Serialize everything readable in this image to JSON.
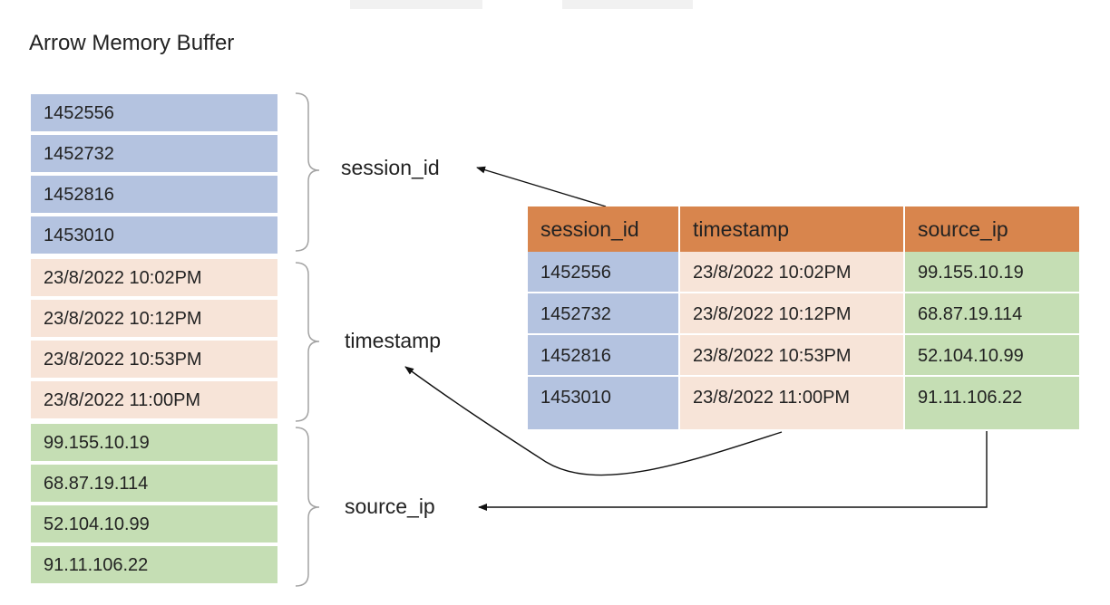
{
  "title": "Arrow Memory Buffer",
  "colors": {
    "session_fill": "#b4c3e0",
    "timestamp_fill": "#f7e4d8",
    "source_fill": "#c5deb4",
    "header_fill": "#d8854d"
  },
  "buffer": {
    "session_id": [
      "1452556",
      "1452732",
      "1452816",
      "1453010"
    ],
    "timestamp": [
      "23/8/2022 10:02PM",
      "23/8/2022 10:12PM",
      "23/8/2022 10:53PM",
      "23/8/2022 11:00PM"
    ],
    "source_ip": [
      "99.155.10.19",
      "68.87.19.114",
      "52.104.10.99",
      "91.11.106.22"
    ]
  },
  "groups": {
    "session_id": "session_id",
    "timestamp": "timestamp",
    "source_ip": "source_ip"
  },
  "table": {
    "headers": [
      "session_id",
      "timestamp",
      "source_ip"
    ],
    "rows": [
      [
        "1452556",
        "23/8/2022 10:02PM",
        "99.155.10.19"
      ],
      [
        "1452732",
        "23/8/2022 10:12PM",
        "68.87.19.114"
      ],
      [
        "1452816",
        "23/8/2022 10:53PM",
        "52.104.10.99"
      ],
      [
        "1453010",
        "23/8/2022 11:00PM",
        "91.11.106.22"
      ]
    ]
  }
}
